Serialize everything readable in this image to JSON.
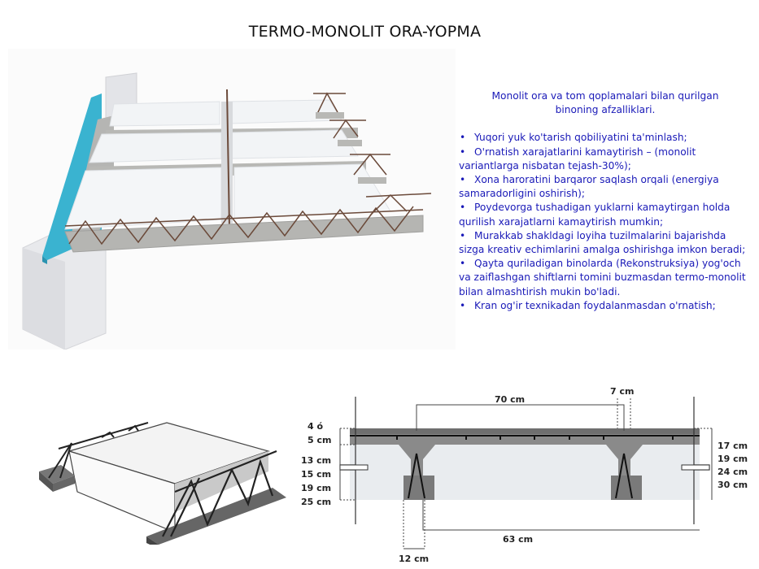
{
  "title": "TERMO-MONOLIT ORA-YOPMA",
  "advantages": {
    "heading_line1": "Monolit ora va tom qoplamalari bilan qurilgan",
    "heading_line2": "binoning afzalliklari.",
    "bullet_symbol": "•",
    "items": [
      "Yuqori yuk ko'tarish qobiliyatini ta'minlash;",
      "O'rnatish xarajatlarini kamaytirish – (monolit variantlarga nisbatan tejash-30%);",
      "Xona haroratini barqaror saqlash orqali (energiya samaradorligini oshirish);",
      "Poydevorga tushadigan yuklarni kamaytirgan holda qurilish xarajatlarni kamaytirish mumkin;",
      "Murakkab shakldagi loyiha tuzilmalarini bajarishda sizga kreativ echimlarini amalga oshirishga imkon beradi;",
      "Qayta quriladigan binolarda (Rekonstruksiya) yog'och va zaiflashgan shiftlarni tomini buzmasdan termo-monolit bilan almashtirish mukin bo'ladi.",
      "Kran og'ir texnikadan foydalanmasdan o'rnatish;"
    ],
    "text_color": "#1a1ab8"
  },
  "cross_section": {
    "top_left_label_1": "4 ó",
    "top_left_label_2": "5 cm",
    "left_labels": [
      "13 cm",
      "15 cm",
      "19 cm",
      "25 cm"
    ],
    "right_labels": [
      "17 cm",
      "19 cm",
      "24 cm",
      "30 cm"
    ],
    "span_label": "70 cm",
    "rib_top_label": "7 cm",
    "clear_span_label": "63 cm",
    "rib_bottom_label": "12 cm"
  },
  "illustrations": {
    "top": "3d-slab-assembly",
    "bottom_left": "eps-block-with-truss-joists"
  },
  "colors": {
    "eps_block": "#eef1f3",
    "concrete": "#8a8a8a",
    "insulation_blue": "#3ab3d0",
    "rebar": "#6b4a3a"
  }
}
